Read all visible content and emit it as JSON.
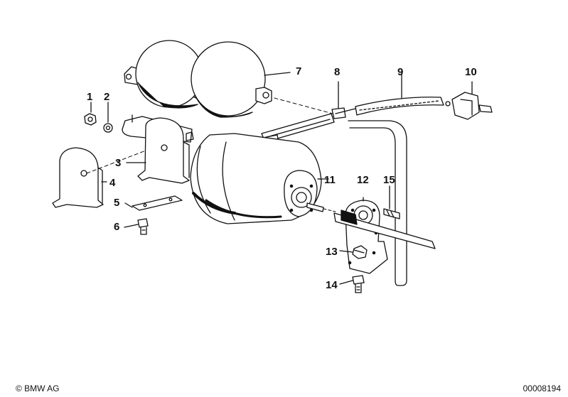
{
  "diagram": {
    "callouts": [
      {
        "id": "1",
        "label": "1"
      },
      {
        "id": "2",
        "label": "2"
      },
      {
        "id": "3",
        "label": "3"
      },
      {
        "id": "4",
        "label": "4"
      },
      {
        "id": "5",
        "label": "5"
      },
      {
        "id": "6",
        "label": "6"
      },
      {
        "id": "7",
        "label": "7"
      },
      {
        "id": "8",
        "label": "8"
      },
      {
        "id": "9",
        "label": "9"
      },
      {
        "id": "10",
        "label": "10"
      },
      {
        "id": "11",
        "label": "11"
      },
      {
        "id": "12",
        "label": "12"
      },
      {
        "id": "13",
        "label": "13"
      },
      {
        "id": "14",
        "label": "14"
      },
      {
        "id": "15",
        "label": "15"
      }
    ]
  },
  "footer": {
    "copyright": "© BMW AG",
    "image_code": "00008194"
  },
  "colors": {
    "line": "#111111",
    "background": "#ffffff"
  }
}
